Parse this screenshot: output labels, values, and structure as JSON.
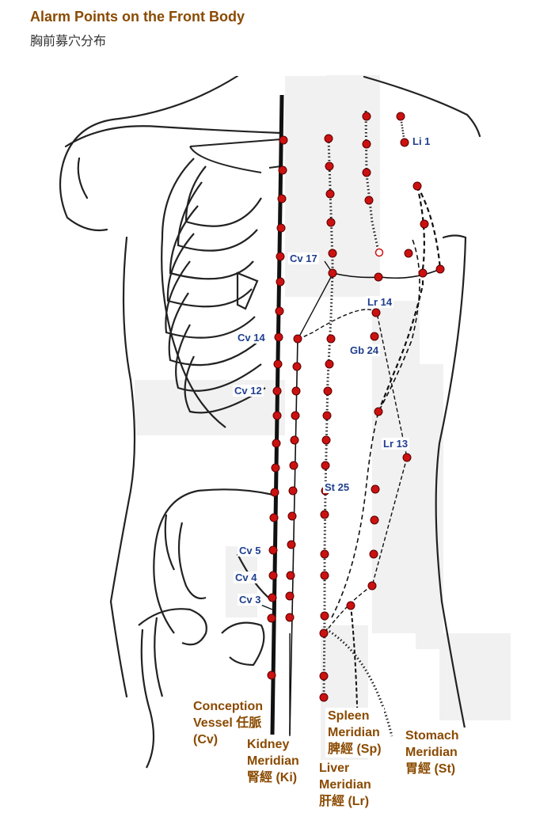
{
  "title": "Alarm Points on the Front Body",
  "subtitle": "胸前募穴分布",
  "point_labels": {
    "li1": "Li 1",
    "cv17": "Cv 17",
    "lr14": "Lr 14",
    "gb24": "Gb 24",
    "cv14": "Cv 14",
    "cv12": "Cv 12",
    "lr13": "Lr 13",
    "st25": "St 25",
    "cv5": "Cv 5",
    "cv4": "Cv 4",
    "cv3": "Cv 3"
  },
  "meridians": {
    "conception": {
      "line1": "Conception",
      "line2": "Vessel 任脈",
      "line3": "(Cv)"
    },
    "kidney": {
      "line1": "Kidney",
      "line2": "Meridian",
      "line3": "腎經 (Ki)"
    },
    "spleen": {
      "line1": "Spleen",
      "line2": "Meridian",
      "line3": "脾經 (Sp)"
    },
    "liver": {
      "line1": "Liver",
      "line2": "Meridian",
      "line3": "肝經 (Lr)"
    },
    "stomach": {
      "line1": "Stomach",
      "line2": "Meridian",
      "line3": "胃經 (St)"
    }
  },
  "colors": {
    "point_fill": "#cc1111",
    "label_blue": "#1f3f8f",
    "label_brown": "#8a4a00",
    "outline": "#222222"
  }
}
